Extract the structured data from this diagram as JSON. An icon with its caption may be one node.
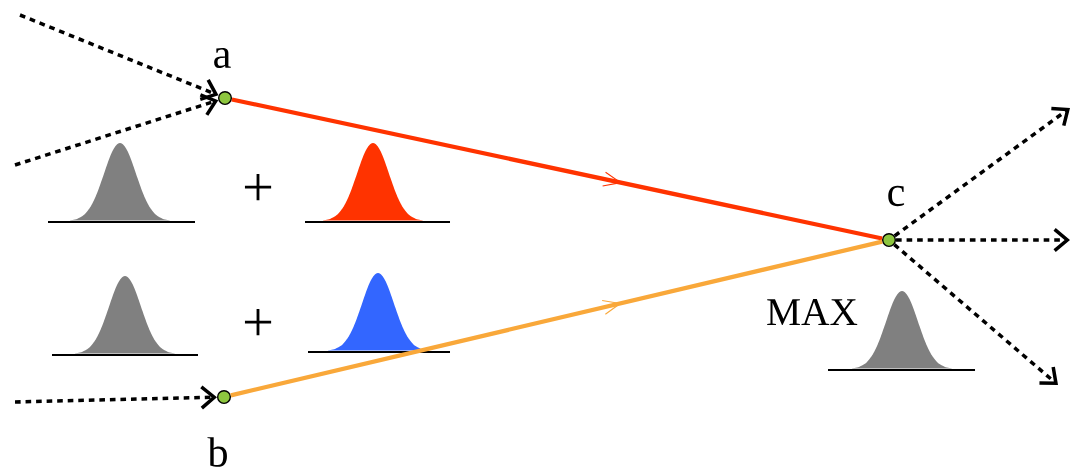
{
  "diagram": {
    "nodes": [
      {
        "text": [
          "a"
        ]
      },
      {
        "text": [
          "b"
        ]
      },
      {
        "text": [
          "c"
        ]
      }
    ],
    "edges": [
      {
        "from": null,
        "to": 0,
        "arrow": "to",
        "style": "dashed"
      },
      {
        "from": null,
        "to": 0,
        "arrow": "to",
        "style": "dashed"
      },
      {
        "from": null,
        "to": 1,
        "arrow": "to",
        "style": "dashed"
      },
      {
        "from": 0,
        "to": 2,
        "arrow": "to",
        "color": "#ff3300"
      },
      {
        "from": 1,
        "to": 2,
        "arrow": "to",
        "color": "#f9a83a"
      },
      {
        "from": 2,
        "to": null,
        "arrow": "to",
        "style": "dashed"
      },
      {
        "from": 2,
        "to": null,
        "arrow": "to",
        "style": "dashed"
      },
      {
        "from": 2,
        "to": null,
        "arrow": "to",
        "style": "dashed"
      }
    ],
    "labels": [
      "+",
      "+",
      "MAX"
    ]
  }
}
